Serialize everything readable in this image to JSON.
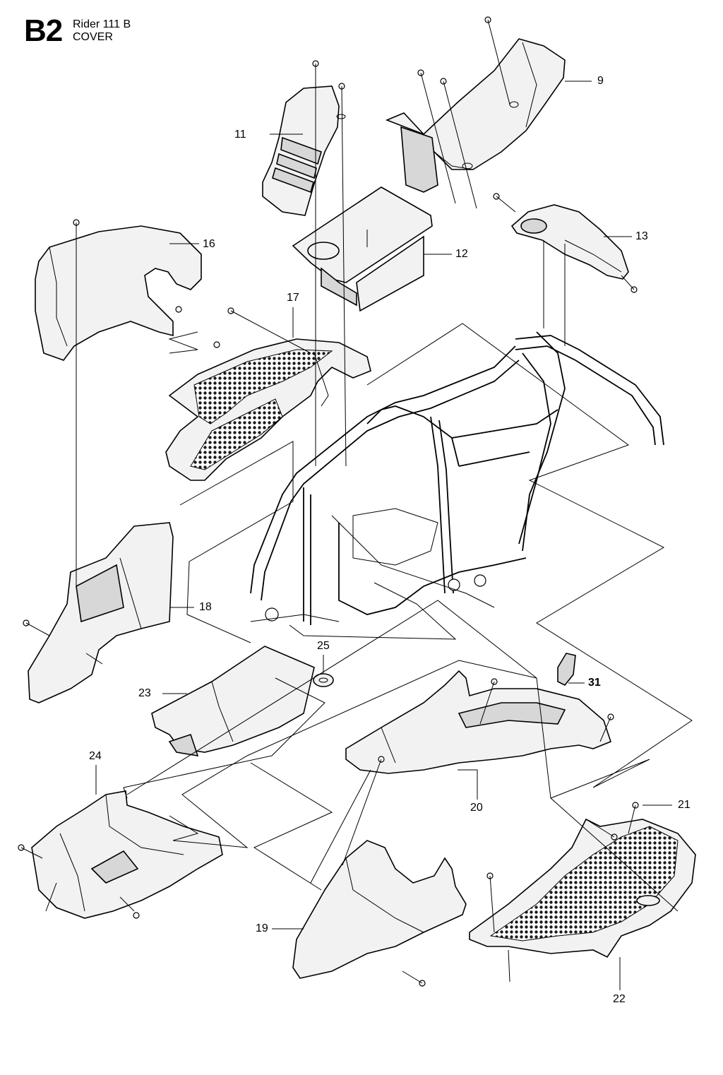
{
  "header": {
    "code": "B2",
    "model": "Rider 111 B",
    "section": "COVER"
  },
  "callouts": {
    "c9": "9",
    "c11": "11",
    "c12": "12",
    "c13": "13",
    "c16": "16",
    "c17": "17",
    "c18": "18",
    "c19": "19",
    "c20": "20",
    "c21": "21",
    "c22": "22",
    "c23": "23",
    "c24": "24",
    "c25": "25",
    "c31": "31"
  }
}
